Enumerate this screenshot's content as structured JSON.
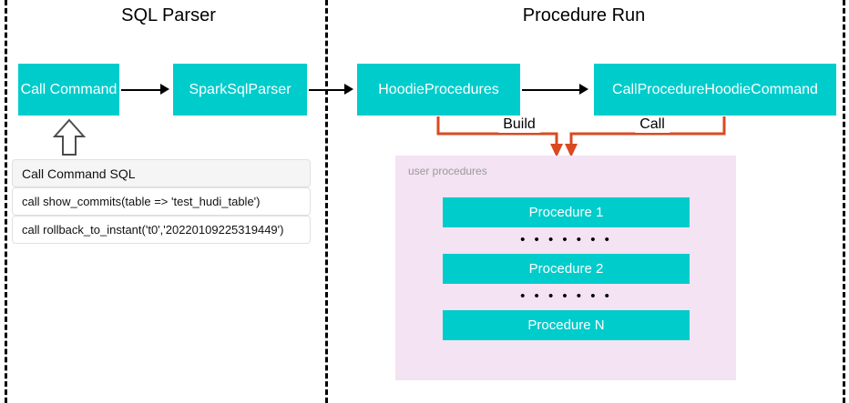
{
  "diagram": {
    "sections": [
      {
        "id": "sql-parser",
        "title": "SQL Parser"
      },
      {
        "id": "procedure-run",
        "title": "Procedure Run"
      }
    ],
    "nodes": [
      {
        "id": "call-command",
        "label": "Call Command",
        "color": "#00CCCC"
      },
      {
        "id": "spark-sql-parser",
        "label": "SparkSqlParser",
        "color": "#00CCCC"
      },
      {
        "id": "hoodie-procedures",
        "label": "HoodieProcedures",
        "color": "#00CCCC"
      },
      {
        "id": "call-procedure-hoodie-command",
        "label": "CallProcedureHoodieCommand",
        "color": "#00CCCC"
      }
    ],
    "edge_labels": {
      "build": "Build",
      "call": "Call"
    },
    "sql_table": {
      "header": "Call Command SQL",
      "rows": [
        "call show_commits(table => 'test_hudi_table')",
        "call rollback_to_instant('t0','20220109225319449')"
      ]
    },
    "procedures_panel": {
      "label": "user procedures",
      "background": "#f3e3f3",
      "items": [
        {
          "type": "box",
          "label": "Procedure 1"
        },
        {
          "type": "dots",
          "label": "• • • • • • •"
        },
        {
          "type": "box",
          "label": "Procedure 2"
        },
        {
          "type": "dots",
          "label": "• • • • • • •"
        },
        {
          "type": "box",
          "label": "Procedure N"
        }
      ]
    },
    "colors": {
      "node_fill": "#00CCCC",
      "panel_fill": "#f3e3f3",
      "orange_connector": "#D94A21",
      "arrow_black": "#000000"
    }
  }
}
